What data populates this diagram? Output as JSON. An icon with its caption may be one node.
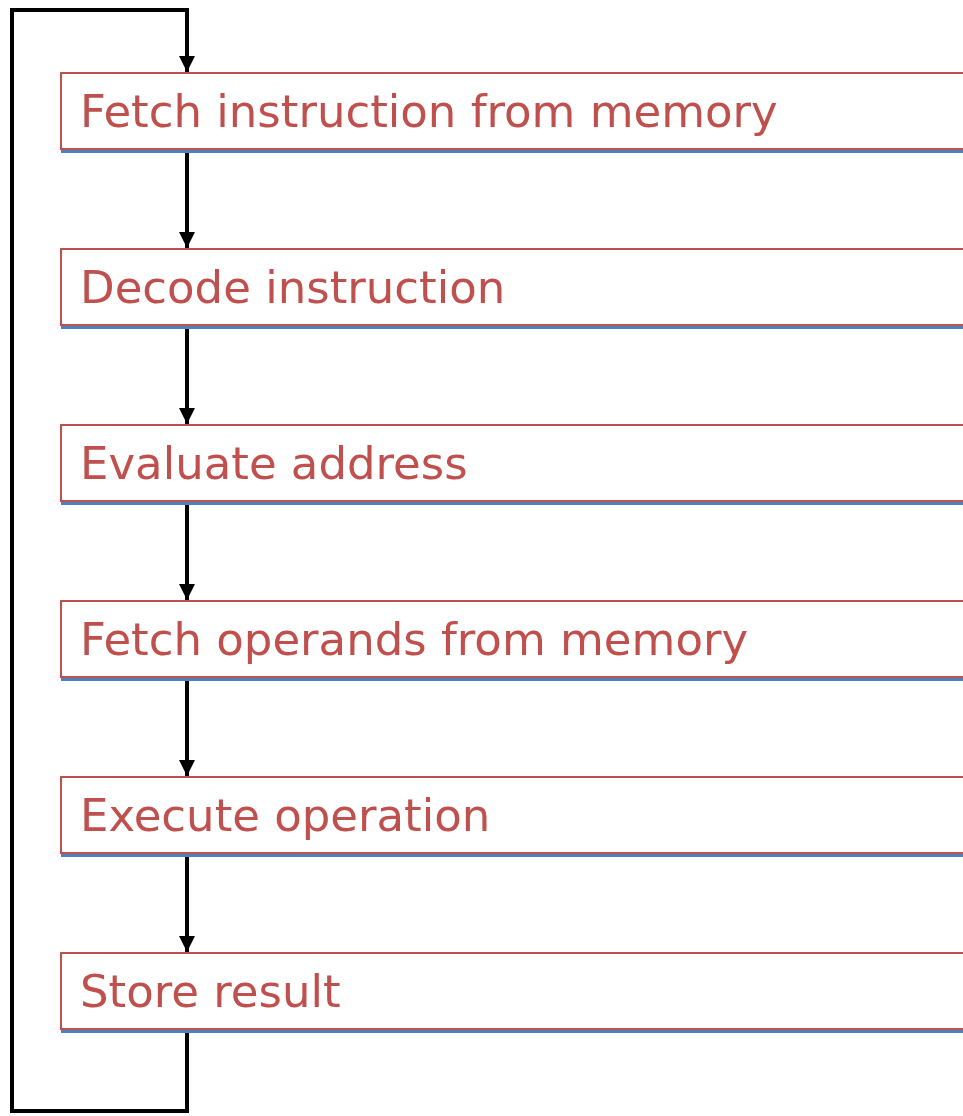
{
  "diagram": {
    "nodes": [
      {
        "text": [
          "Fetch instruction from memory"
        ]
      },
      {
        "text": [
          "Decode instruction"
        ]
      },
      {
        "text": [
          "Evaluate address"
        ]
      },
      {
        "text": [
          "Fetch operands from memory"
        ]
      },
      {
        "text": [
          "Execute operation"
        ]
      },
      {
        "text": [
          "Store result"
        ]
      }
    ],
    "edges": [
      {
        "from": 0,
        "to": 1,
        "arrow": "to"
      },
      {
        "from": 1,
        "to": 2,
        "arrow": "to"
      },
      {
        "from": 2,
        "to": 3,
        "arrow": "to"
      },
      {
        "from": 3,
        "to": 4,
        "arrow": "to"
      },
      {
        "from": 4,
        "to": 5,
        "arrow": "to"
      },
      {
        "from": 5,
        "to": 0,
        "arrow": "to"
      }
    ]
  }
}
